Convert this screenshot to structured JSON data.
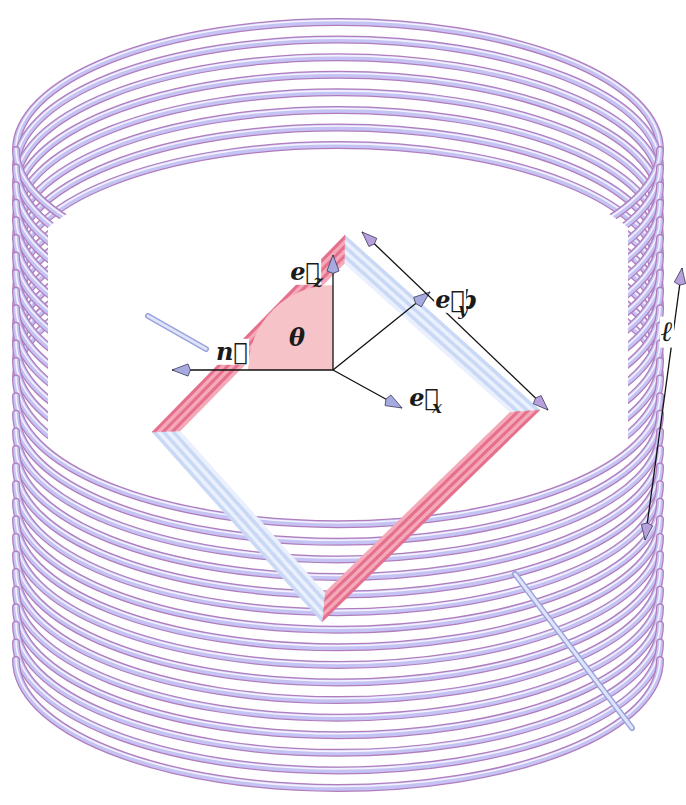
{
  "diagram": {
    "labels": [
      "b",
      "ℓ",
      "e⃗",
      "z",
      "θ",
      "n⃗",
      "e⃗",
      "y",
      "e⃗",
      "x"
    ]
  }
}
